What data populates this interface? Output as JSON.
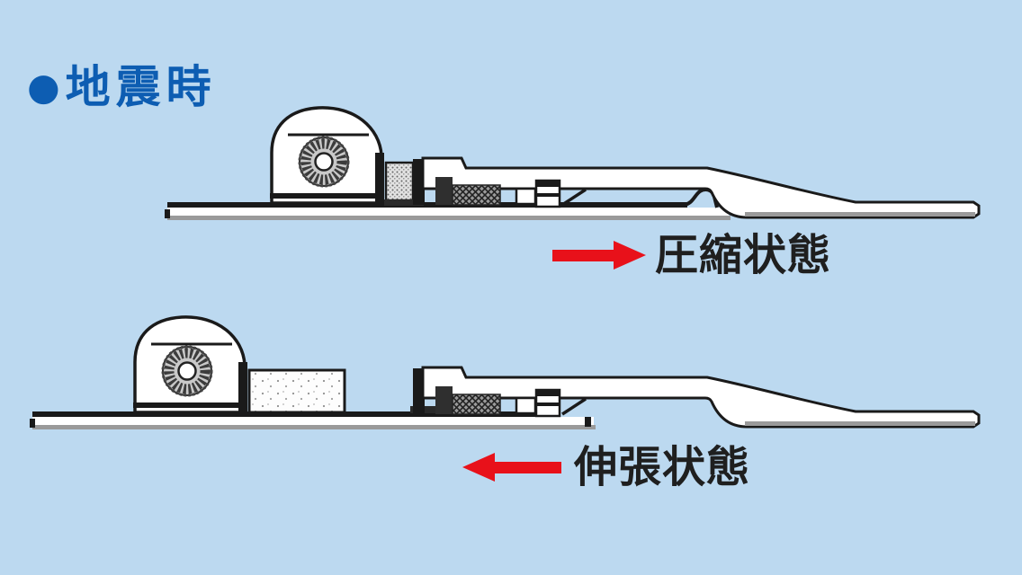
{
  "title": {
    "bullet": "●",
    "text": "地震時"
  },
  "figures": {
    "compressed": {
      "label": "圧縮状態",
      "arrow_direction": "right"
    },
    "extended": {
      "label": "伸張状態",
      "arrow_direction": "left"
    }
  },
  "colors": {
    "background": "#BCD9F0",
    "title_blue": "#0D5DB2",
    "arrow_red": "#E8111A",
    "ink": "#1F1F1F",
    "line_black": "#1A1A1A"
  }
}
